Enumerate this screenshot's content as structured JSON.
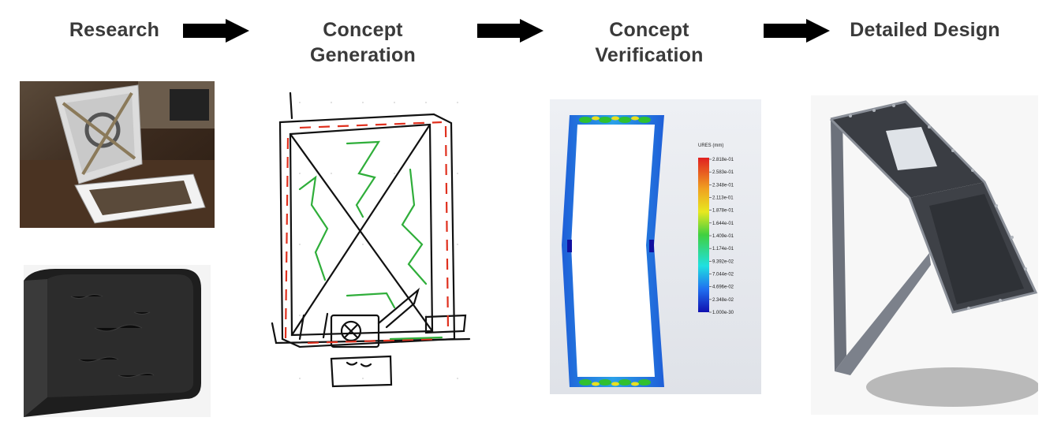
{
  "steps": [
    {
      "title_line1": "Research",
      "title_line2": ""
    },
    {
      "title_line1": "Concept",
      "title_line2": "Generation"
    },
    {
      "title_line1": "Concept",
      "title_line2": "Verification"
    },
    {
      "title_line1": "Detailed Design",
      "title_line2": ""
    }
  ],
  "fea_legend": {
    "title": "URES (mm)",
    "values": [
      "2.818e-01",
      "2.583e-01",
      "2.348e-01",
      "2.113e-01",
      "1.878e-01",
      "1.644e-01",
      "1.409e-01",
      "1.174e-01",
      "9.392e-02",
      "7.044e-02",
      "4.696e-02",
      "2.348e-02",
      "1.000e-30"
    ]
  },
  "colors": {
    "title_text": "#3a3a3a",
    "arrow": "#000000",
    "sketch_black": "#111111",
    "sketch_red": "#e0301e",
    "sketch_green": "#2fae3a"
  }
}
